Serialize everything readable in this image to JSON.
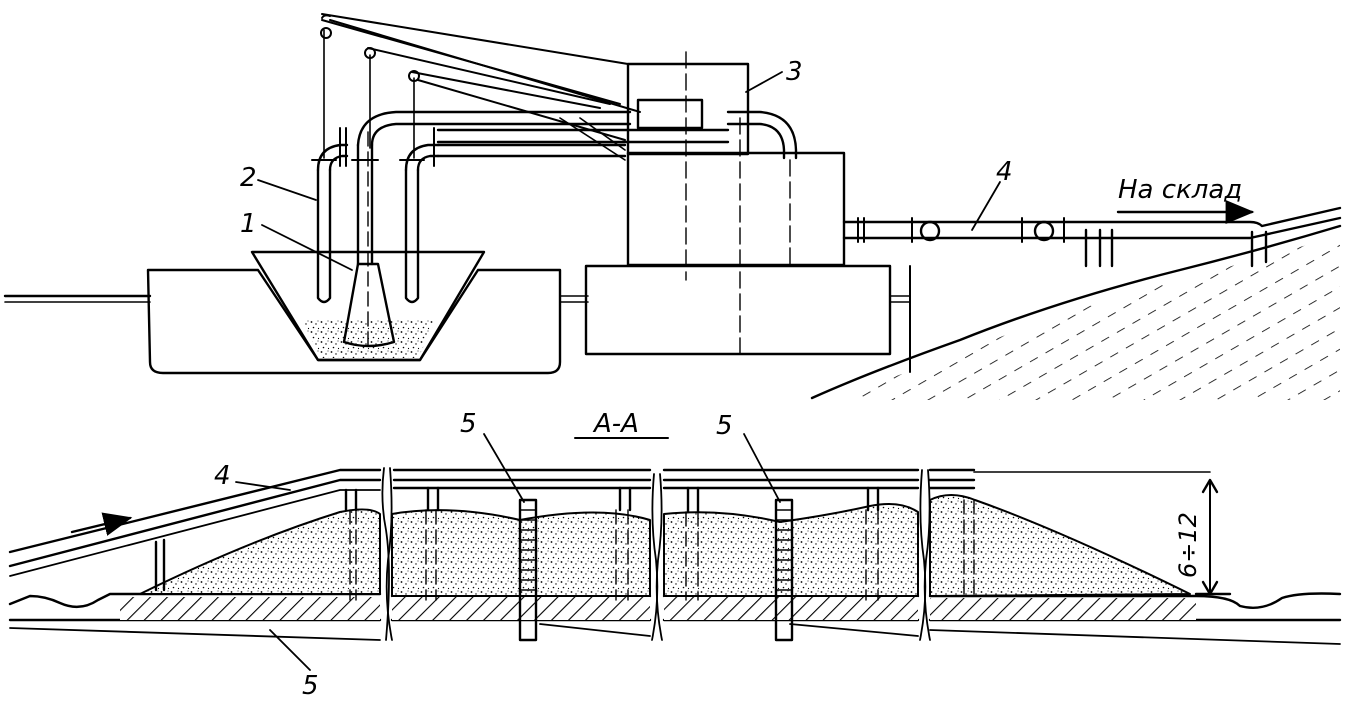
{
  "labels": {
    "hydrocyclone": "1",
    "pipe": "2",
    "pump": "3",
    "pipeline_top": "4",
    "pipeline_bottom": "4",
    "support_a": "5",
    "support_b": "5",
    "drain": "5",
    "to_storage": "На склад",
    "section": "А-А",
    "height": "6÷12"
  },
  "colors": {
    "ink": "#000000",
    "paper": "#ffffff"
  }
}
